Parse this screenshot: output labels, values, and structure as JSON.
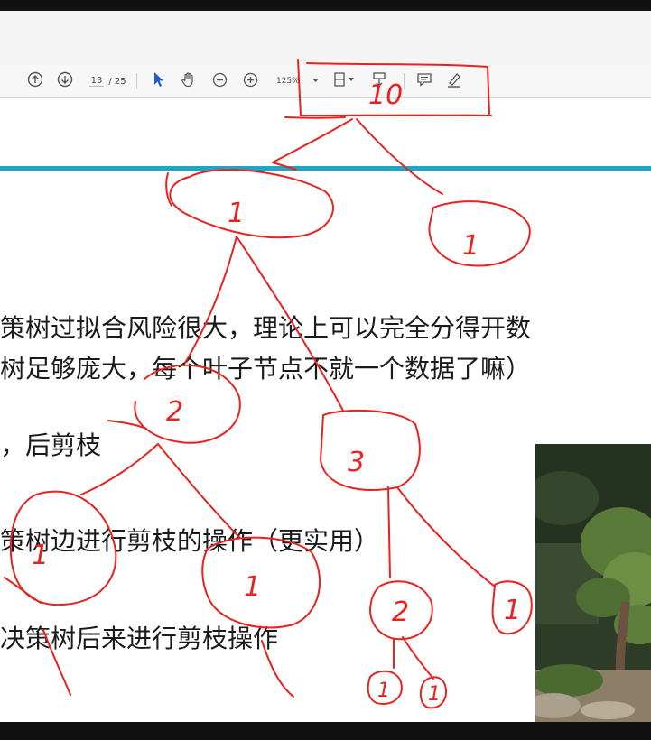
{
  "toolbar": {
    "page_current": "13",
    "page_total": "/ 25",
    "zoom": "125%",
    "icons": [
      "arrow-up-circle-icon",
      "arrow-down-circle-icon",
      "select-cursor-icon",
      "hand-icon",
      "zoom-out-icon",
      "zoom-in-icon",
      "fit-page-icon",
      "scroll-mode-icon",
      "comment-icon",
      "highlight-pen-icon"
    ]
  },
  "slide": {
    "accent_color": "#1ea6c6",
    "lines": [
      "策树过拟合风险很大，理论上可以完全分得开数",
      "树足够庞大，每个叶子节点不就一个数据了嘛）",
      "，后剪枝",
      "策树边进行剪枝的操作（更实用）",
      "决策树后来进行剪枝操作"
    ]
  },
  "annotations": {
    "ink_color": "#e8231f",
    "labels": [
      "10",
      "1",
      "1",
      "2",
      "3",
      "1",
      "1",
      "2",
      "1",
      "1",
      "1"
    ]
  }
}
